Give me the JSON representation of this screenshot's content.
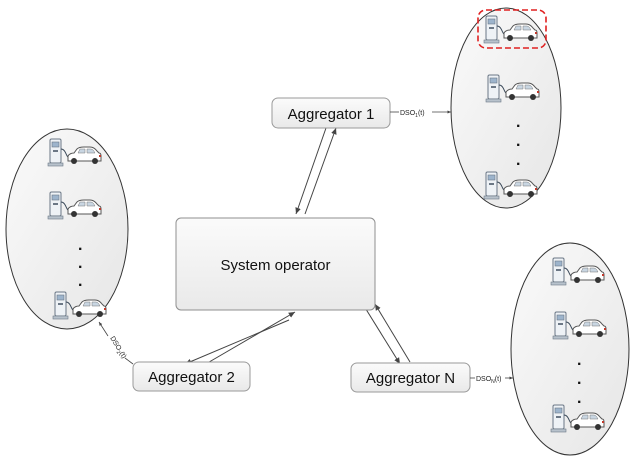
{
  "nodes": {
    "system_operator": "System operator",
    "aggregator_1": "Aggregator 1",
    "aggregator_2": "Aggregator 2",
    "aggregator_n": "Aggregator N"
  },
  "signals": {
    "dso_1": {
      "base": "DSO",
      "sub": "1",
      "tail": "(t)"
    },
    "dso_2": {
      "base": "DSO",
      "sub": "2",
      "tail": "(t)"
    },
    "dso_n": {
      "base": "DSO",
      "sub": "N",
      "tail": "(t)"
    }
  },
  "clusters": {
    "ellipsis_glyph": "."
  },
  "colors": {
    "box_fill": "#f2f2f2",
    "box_stroke": "#9a9a9a",
    "ellipse_fill": "#f0f0f0",
    "highlight": "#e02020",
    "arrow": "#444444"
  },
  "icons": {
    "charger": "ev-charging-station-icon",
    "car": "electric-car-icon"
  }
}
